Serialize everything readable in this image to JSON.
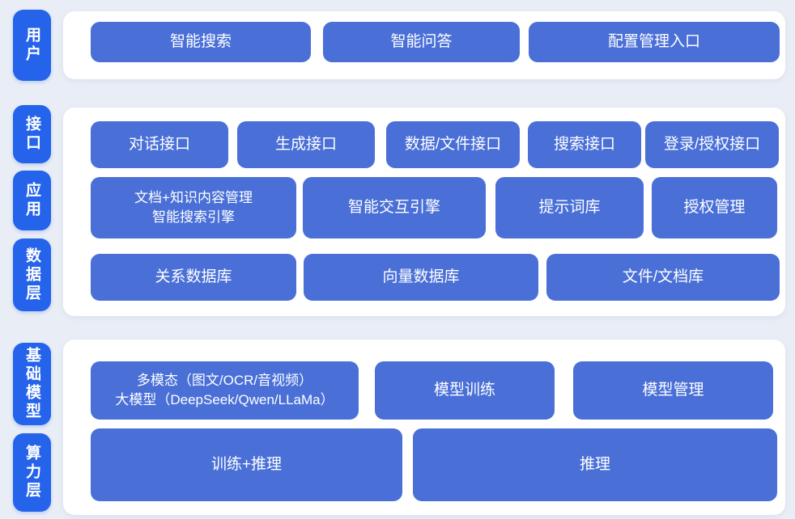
{
  "colors": {
    "background": "#e9eef6",
    "panel": "#ffffff",
    "layer_pill": "#2563eb",
    "block": "#4a70d8",
    "block_text": "#ffffff"
  },
  "layers": [
    {
      "label": "用户"
    },
    {
      "label": "接口"
    },
    {
      "label": "应用"
    },
    {
      "label": "数据层"
    },
    {
      "label": "基础模型"
    },
    {
      "label": "算力层"
    }
  ],
  "sections": [
    {
      "rows": [
        {
          "blocks": [
            "智能搜索",
            "智能问答",
            "配置管理入口"
          ]
        }
      ]
    },
    {
      "rows": [
        {
          "blocks": [
            "对话接口",
            "生成接口",
            "数据/文件接口",
            "搜索接口",
            "登录/授权接口"
          ]
        },
        {
          "blocks": [
            "文档+知识内容管理\n智能搜索引擎",
            "智能交互引擎",
            "提示词库",
            "授权管理"
          ]
        },
        {
          "blocks": [
            "关系数据库",
            "向量数据库",
            "文件/文档库"
          ]
        }
      ]
    },
    {
      "rows": [
        {
          "blocks": [
            "多模态（图文/OCR/音视频）\n大模型（DeepSeek/Qwen/LLaMa）",
            "模型训练",
            "模型管理"
          ]
        },
        {
          "blocks": [
            "训练+推理",
            "推理"
          ]
        }
      ]
    }
  ]
}
